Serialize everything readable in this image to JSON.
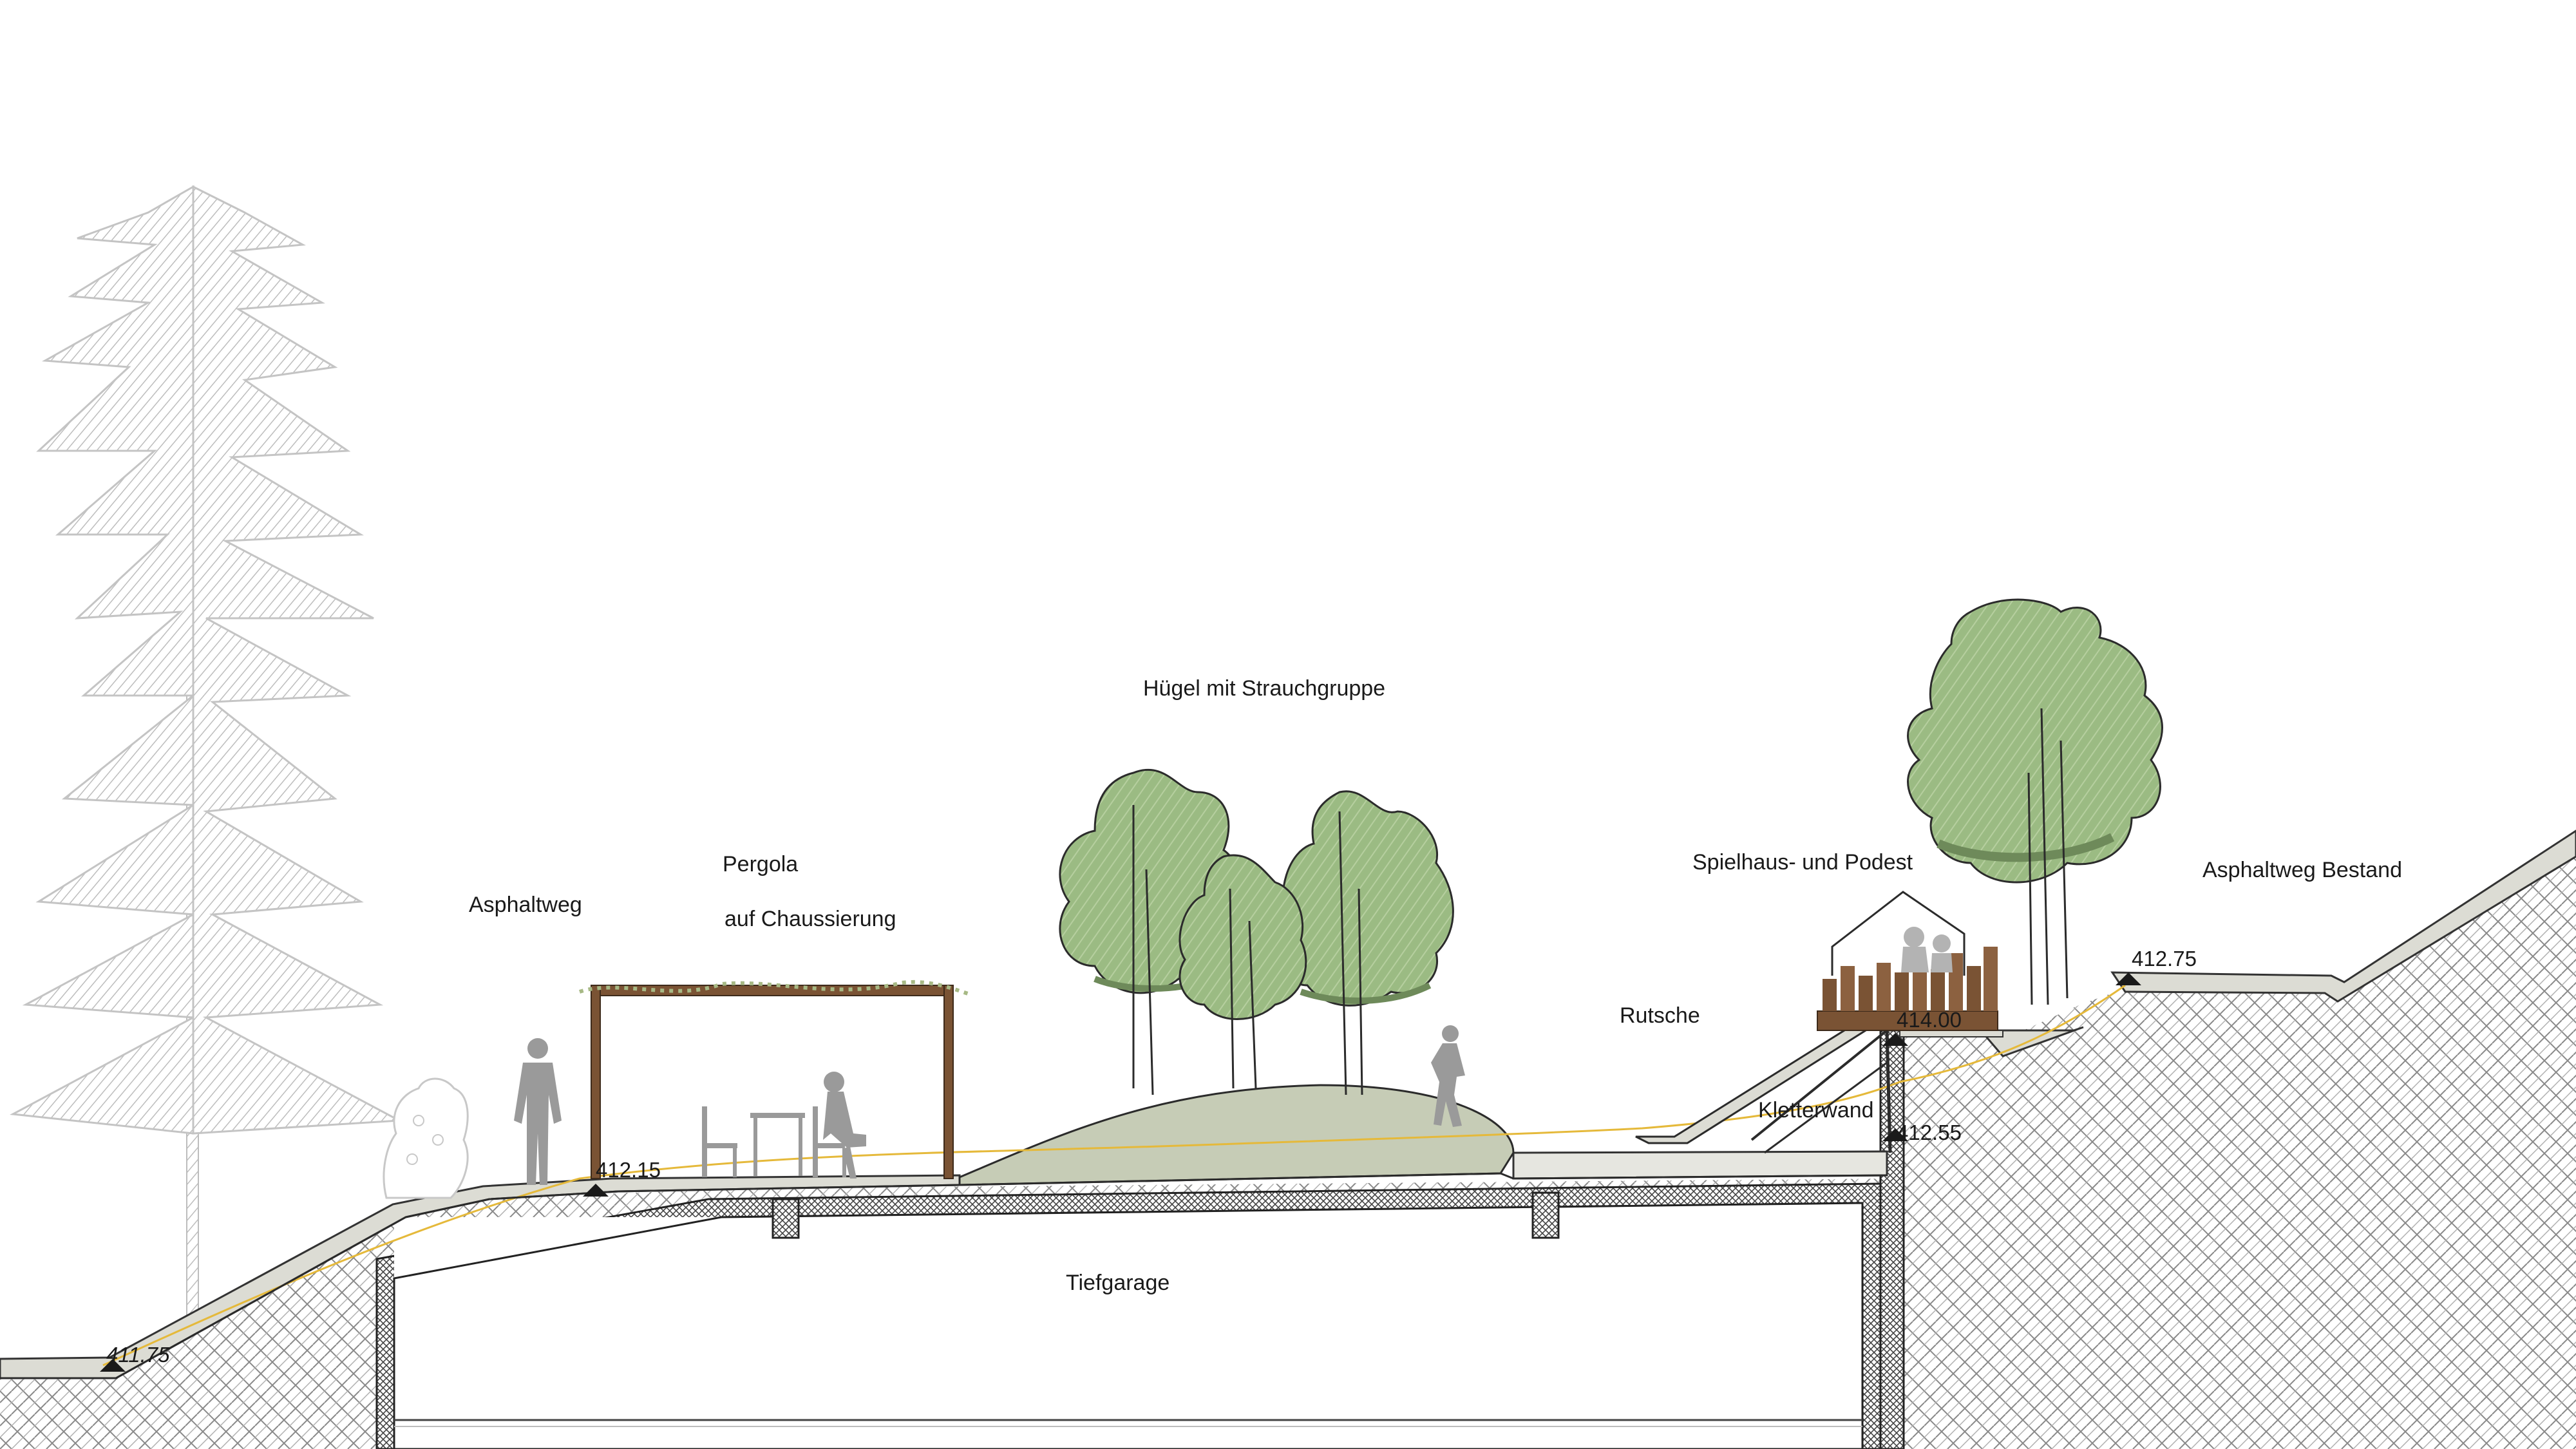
{
  "section": {
    "labels": {
      "asphaltweg": "Asphaltweg",
      "pergola": "Pergola",
      "chaussierung": "auf Chaussierung",
      "huegel": "Hügel mit Strauchgruppe",
      "spielhaus": "Spielhaus- und Podest",
      "asphaltweg_bestand": "Asphaltweg Bestand",
      "rutsche": "Rutsche",
      "kletterwand": "Kletterwand",
      "tiefgarage": "Tiefgarage"
    },
    "elevations": {
      "e1": "411.75",
      "e2": "412.15",
      "e3": "414.00",
      "e4": "412.55",
      "e5": "412.75"
    },
    "colors": {
      "foliage": "#9bbb83",
      "foliage_dark": "#6e8a5a",
      "conifer": "#c9c9c9",
      "hill": "#c6ccb6",
      "path": "#dcdcd4",
      "timber": "#7a5334",
      "line": "#2b2b2b",
      "level_line": "#e5b93a",
      "figure": "#9a9a9a"
    },
    "icons": [
      "conifer-tree",
      "deciduous-tree",
      "shrub",
      "person",
      "table",
      "chair",
      "playhouse"
    ]
  }
}
